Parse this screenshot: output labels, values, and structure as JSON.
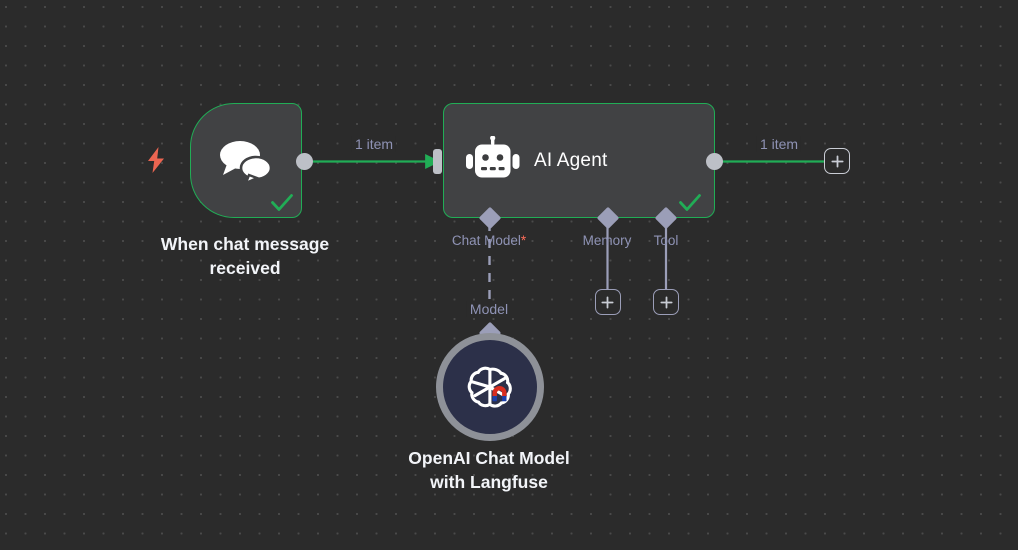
{
  "canvas": {
    "background_color": "#2b2b2b",
    "dot_color": "#4a4a4a",
    "accent_green": "#21ad56",
    "sub_connector_color": "#9b9eb8",
    "label_color": "#8f93b5",
    "required_marker_color": "#ff6d5a",
    "node_body_color": "#414244",
    "port_color": "#bdc0c7"
  },
  "nodes": [
    {
      "id": "trigger",
      "caption": "When chat message\nreceived",
      "icon": "chat-bubbles-icon",
      "status": "success",
      "status_icon": "check-icon",
      "trigger_icon": "lightning-bolt-icon"
    },
    {
      "id": "agent",
      "title": "AI Agent",
      "icon": "robot-icon",
      "status": "success",
      "status_icon": "check-icon",
      "sub_ports": [
        {
          "id": "chat-model",
          "label": "Chat Model",
          "required": true,
          "required_marker": "*"
        },
        {
          "id": "memory",
          "label": "Memory",
          "required": false,
          "required_marker": ""
        },
        {
          "id": "tool",
          "label": "Tool",
          "required": false,
          "required_marker": ""
        }
      ]
    },
    {
      "id": "model",
      "caption": "OpenAI Chat Model\nwith Langfuse",
      "icon": "openai-langfuse-icon"
    }
  ],
  "connections": [
    {
      "id": "trigger-to-agent",
      "label": "1 item",
      "type": "main"
    },
    {
      "id": "agent-to-next",
      "label": "1 item",
      "type": "main"
    },
    {
      "id": "model-to-agent",
      "label": "Model",
      "type": "sub-dashed"
    }
  ],
  "add_buttons": [
    {
      "id": "add-node-main",
      "label": "+",
      "style": "main"
    },
    {
      "id": "add-node-memory",
      "label": "+",
      "style": "sub"
    },
    {
      "id": "add-node-tool",
      "label": "+",
      "style": "sub"
    }
  ]
}
